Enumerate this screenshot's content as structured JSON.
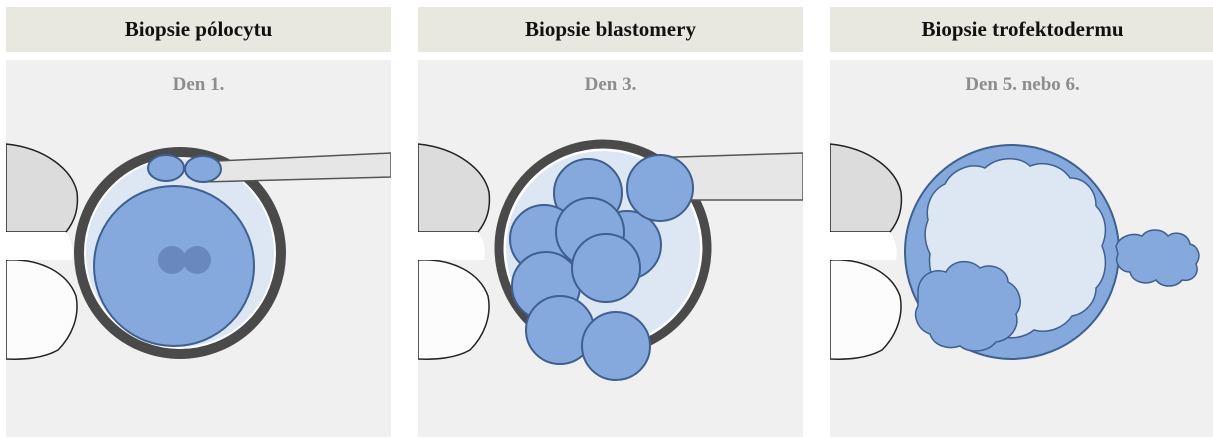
{
  "panels": [
    {
      "title": "Biopsie pólocytu",
      "day": "Den 1."
    },
    {
      "title": "Biopsie blastomery",
      "day": "Den 3."
    },
    {
      "title": "Biopsie trofektodermu",
      "day": "Den 5. nebo 6."
    }
  ],
  "colors": {
    "header_bg": "#e9e8e0",
    "panel_bg": "#f0f0f0",
    "cell_fill": "#85a9dc",
    "cell_stroke": "#3f5f8f",
    "zona": "#4a4a4a",
    "pipette": "#e6e6e6"
  }
}
